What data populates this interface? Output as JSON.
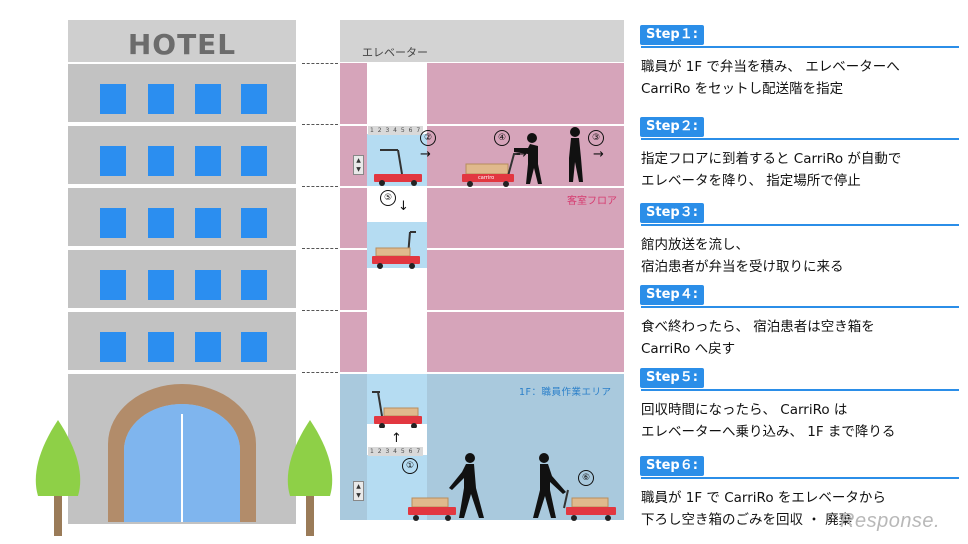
{
  "hotel": {
    "sign": "HOTEL"
  },
  "elevator": {
    "header": "エレベーター",
    "guest_floor_label": "客室フロア",
    "work_area_label": "1F：職員作業エリア",
    "cart_brand": "carriro",
    "floor_indicator": "1 2 3 4 5 6 7",
    "markers": [
      "①",
      "②",
      "③",
      "④",
      "⑤",
      "⑥"
    ]
  },
  "steps": [
    {
      "tag": "Step１:",
      "lines": [
        "職員が 1F で弁当を積み、 エレベーターへ",
        "CarriRo をセットし配送階を指定"
      ]
    },
    {
      "tag": "Step２:",
      "lines": [
        "指定フロアに到着すると CarriRo が自動で",
        "エレベータを降り、 指定場所で停止"
      ]
    },
    {
      "tag": "Step３:",
      "lines": [
        "館内放送を流し、",
        "宿泊患者が弁当を受け取りに来る"
      ]
    },
    {
      "tag": "Step４:",
      "lines": [
        "食べ終わったら、 宿泊患者は空き箱を",
        "CarriRo へ戻す"
      ]
    },
    {
      "tag": "Step５:",
      "lines": [
        "回収時間になったら、 CarriRo は",
        "エレベーターへ乗り込み、 1F まで降りる"
      ]
    },
    {
      "tag": "Step６:",
      "lines": [
        "職員が 1F で CarriRo をエレベータから",
        "下ろし空き箱のごみを回収 ・ 廃棄"
      ]
    }
  ],
  "watermark": "Response."
}
